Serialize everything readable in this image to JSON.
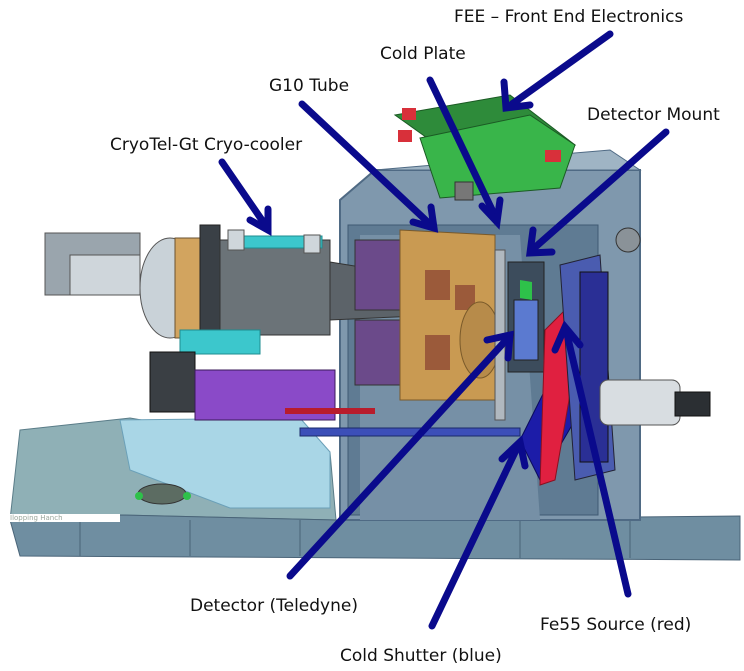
{
  "labels": {
    "fee": "FEE – Front End Electronics",
    "cold_plate": "Cold Plate",
    "g10_tube": "G10 Tube",
    "detector_mount": "Detector Mount",
    "cryocooler": "CryoTel-Gt Cryo-cooler",
    "detector": "Detector  (Teledyne)",
    "fe55_source": "Fe55 Source (red)",
    "cold_shutter": "Cold Shutter (blue)"
  },
  "watermark": "Ilopping Hanch",
  "colors": {
    "arrow": "#0a0a8c",
    "housing": "#7f98ad",
    "housing_dark": "#4f6a84",
    "base_plate": "#8fb0b6",
    "pcb": "#39b54a",
    "cryo_body": "#6b7378",
    "copper": "#c99a52",
    "teal": "#3cc7cc",
    "shutter": "#1c1ca8",
    "source": "#e02040"
  }
}
